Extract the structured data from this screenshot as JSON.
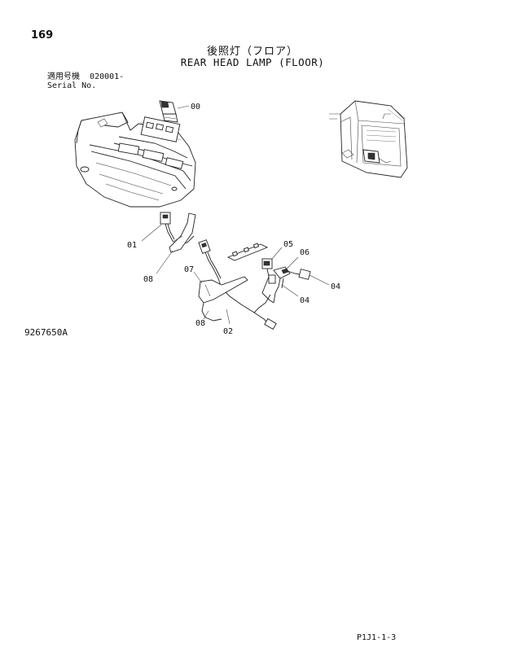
{
  "header": {
    "page_number": "169",
    "title_jp": "後照灯（フロア）",
    "title_en": "REAR HEAD LAMP (FLOOR)"
  },
  "serial": {
    "label_jp": "適用号機",
    "value": "020001-",
    "label_en": "Serial No."
  },
  "callouts": {
    "c00": "00",
    "c01": "01",
    "c08a": "08",
    "c07": "07",
    "c08b": "08",
    "c02": "02",
    "c05": "05",
    "c06": "06",
    "c04a": "04",
    "c04b": "04"
  },
  "footer": {
    "drawing_id": "9267650A",
    "page_ref": "P1J1-1-3"
  }
}
